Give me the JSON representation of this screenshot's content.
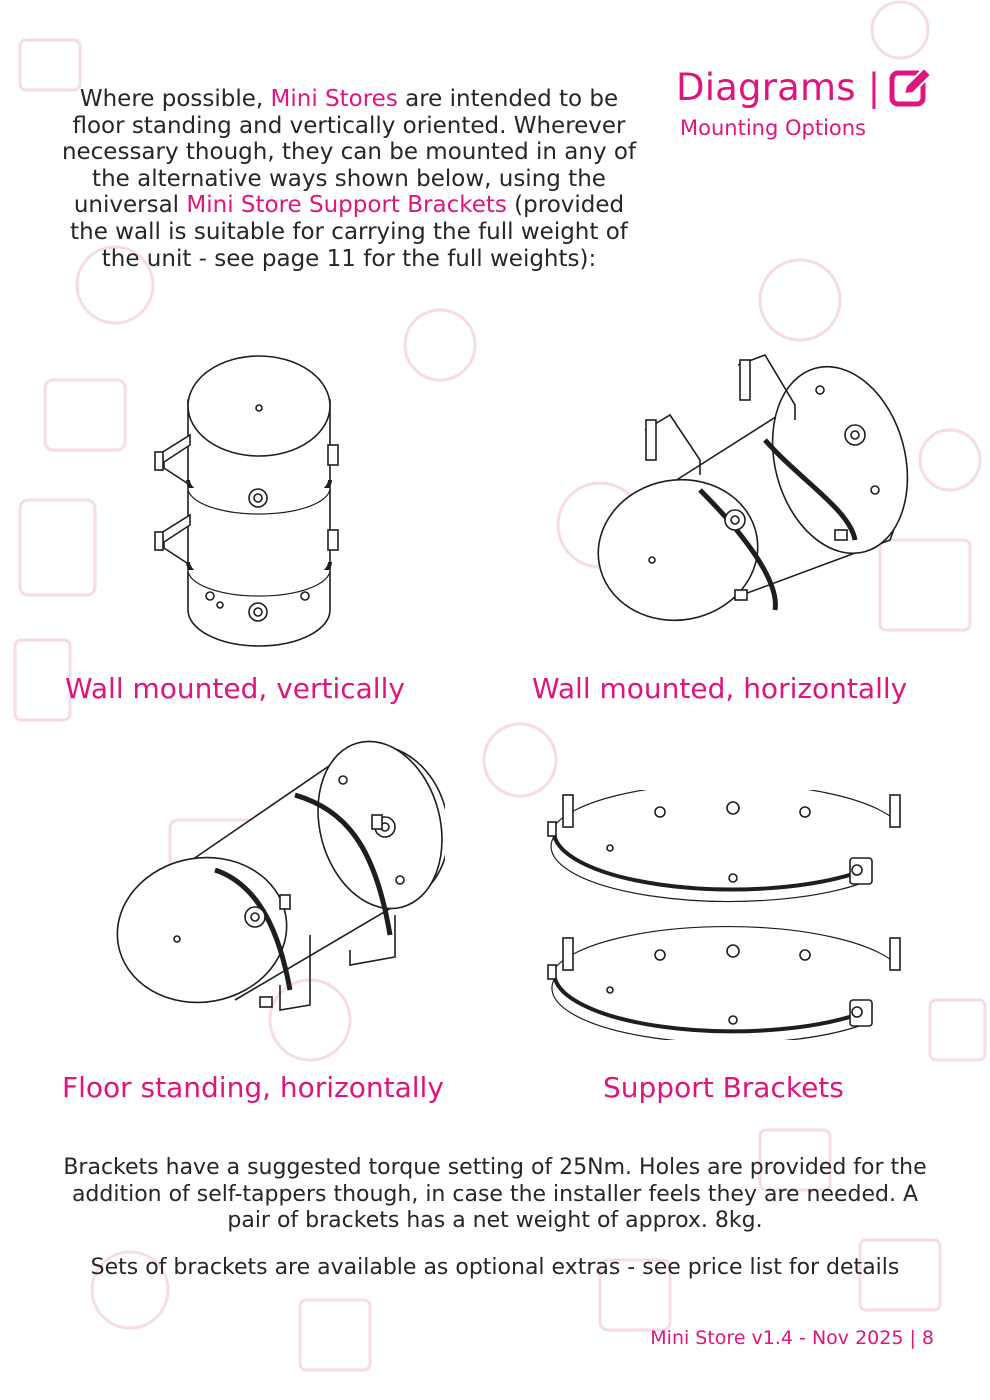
{
  "header": {
    "title": "Diagrams |",
    "subtitle": "Mounting Options",
    "icon": "edit-icon"
  },
  "intro": {
    "t1": "Where possible, ",
    "h1": "Mini Stores",
    "t2": " are intended to be floor standing and vertically oriented. Wherever necessary though, they can be mounted in any of the alternative ways shown below, using the universal ",
    "h2": "Mini Store Support Brackets",
    "t3": " (provided the wall is suitable for carrying the full weight of the unit - see page 11 for the full weights):"
  },
  "figures": {
    "wall_vertical": "Wall mounted, vertically",
    "wall_horizontal": "Wall mounted, horizontally",
    "floor_horizontal": "Floor standing, horizontally",
    "brackets": "Support Brackets"
  },
  "notes": {
    "p1": "Brackets have a suggested torque setting of 25Nm. Holes are provided for the addition of self-tappers though, in case the installer feels they are needed. A pair of brackets has a net weight of approx. 8kg.",
    "p2": "Sets of brackets are available as optional extras - see price list for details"
  },
  "footer": {
    "text": "Mini Store v1.4 - Nov 2025 | 8"
  },
  "colors": {
    "accent": "#e0147f",
    "text": "#262626",
    "pattern": "#f7d4e4"
  }
}
